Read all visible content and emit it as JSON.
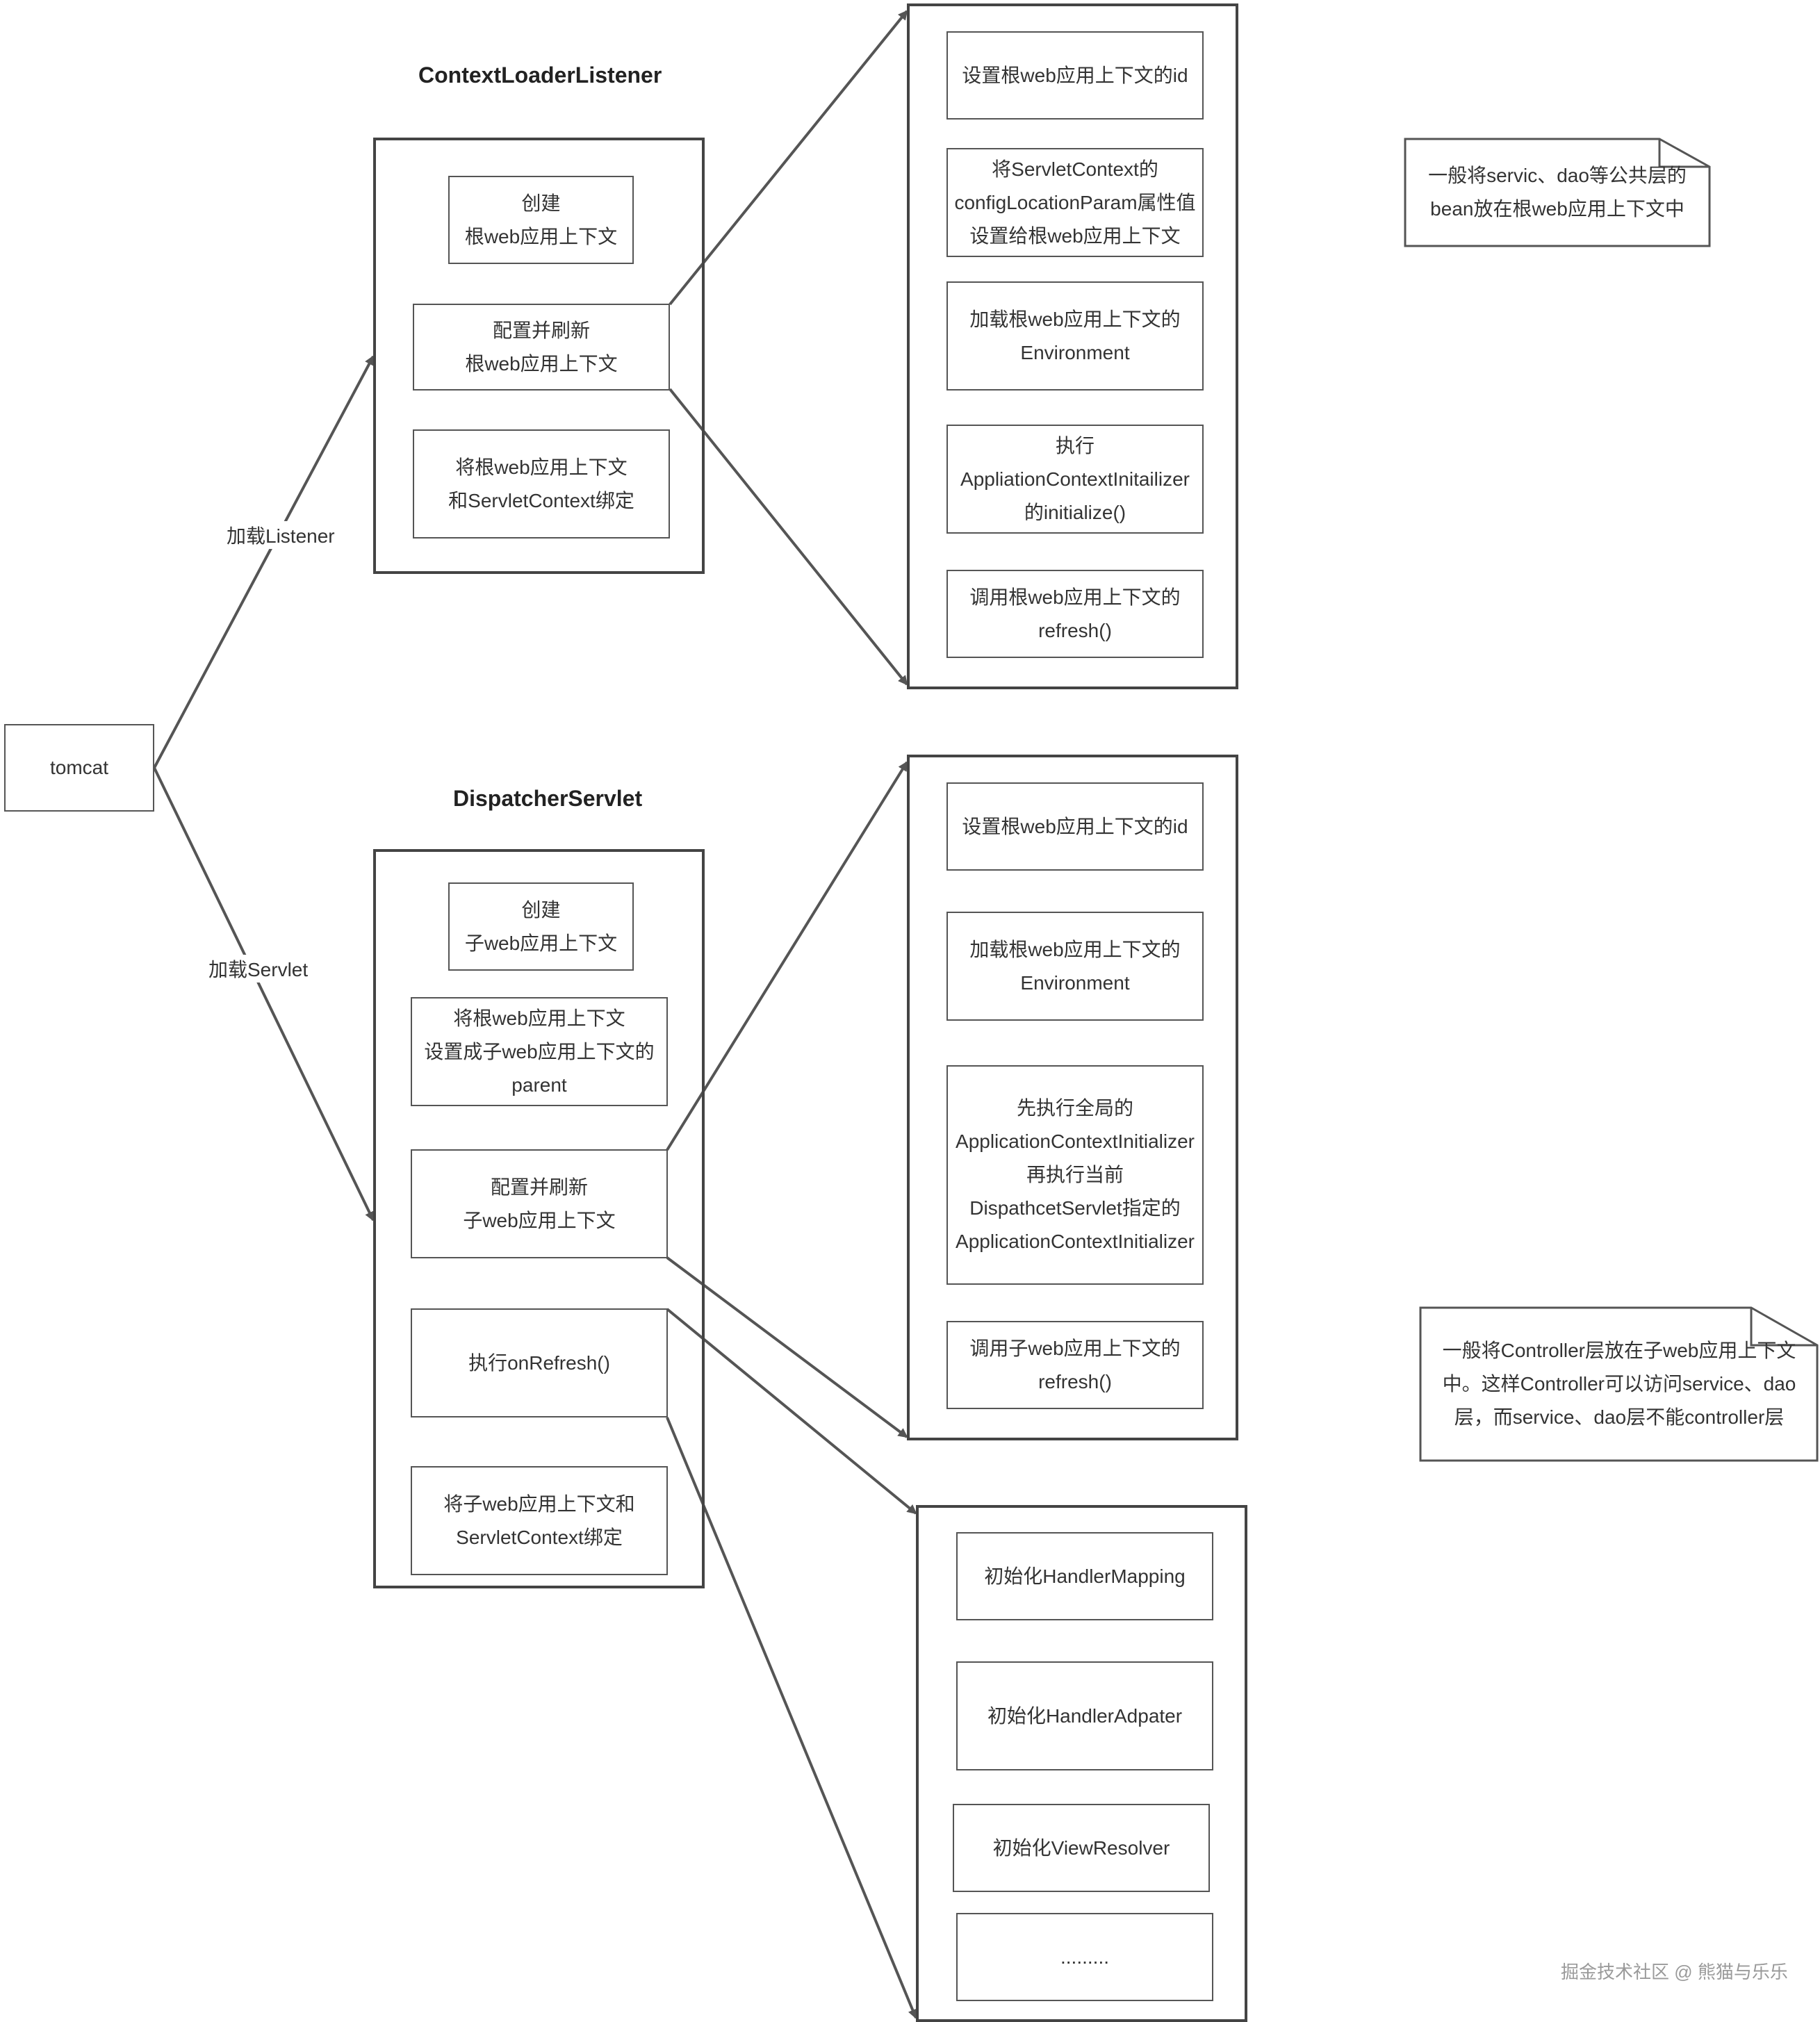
{
  "root": {
    "label": "tomcat"
  },
  "edge_labels": {
    "listener": "加载Listener",
    "servlet": "加载Servlet"
  },
  "context_loader_listener": {
    "title": "ContextLoaderListener",
    "steps": [
      "创建\n根web应用上下文",
      "配置并刷新\n根web应用上下文",
      "将根web应用上下文\n和ServletContext绑定"
    ],
    "refresh_detail": [
      "设置根web应用上下文的id",
      "将ServletContext的\nconfigLocationParam属性值\n设置给根web应用上下文",
      "加载根web应用上下文的\nEnvironment",
      "执行\nAppliationContextInitailizer\n的initialize()",
      "调用根web应用上下文的\nrefresh()"
    ]
  },
  "dispatcher_servlet": {
    "title": "DispatcherServlet",
    "steps": [
      "创建\n子web应用上下文",
      "将根web应用上下文\n设置成子web应用上下文的\nparent",
      "配置并刷新\n子web应用上下文",
      "执行onRefresh()",
      "将子web应用上下文和\nServletContext绑定"
    ],
    "refresh_detail": [
      "设置根web应用上下文的id",
      "加载根web应用上下文的\nEnvironment",
      "先执行全局的\nApplicationContextInitializer\n再执行当前\nDispathcetServlet指定的\nApplicationContextInitializer",
      "调用子web应用上下文的\nrefresh()"
    ],
    "on_refresh_detail": [
      "初始化HandlerMapping",
      "初始化HandlerAdpater",
      "初始化ViewResolver",
      "........."
    ]
  },
  "notes": [
    "一般将servic、dao等公共层的\nbean放在根web应用上下文中",
    "一般将Controller层放在子web应用上下文\n中。这样Controller可以访问service、dao\n层，而service、dao层不能controller层"
  ],
  "watermark": "掘金技术社区 @ 熊猫与乐乐"
}
